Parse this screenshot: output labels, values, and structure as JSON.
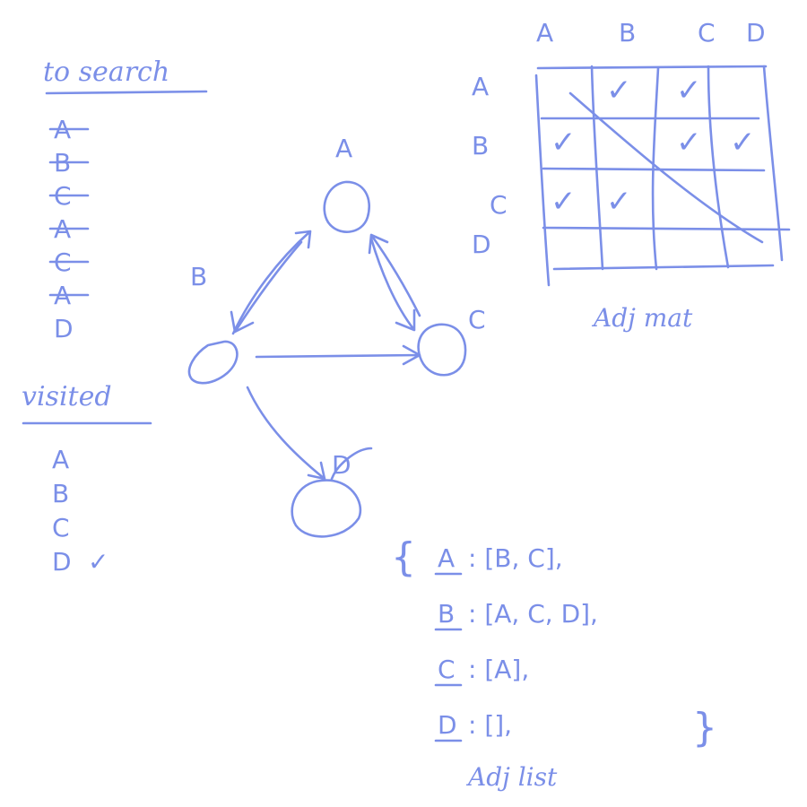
{
  "colors": {
    "ink": "#7b8fe8",
    "background": "#ffffff"
  },
  "to_search": {
    "header": "to search",
    "items": [
      {
        "label": "A",
        "crossed": true
      },
      {
        "label": "B",
        "crossed": true
      },
      {
        "label": "C",
        "crossed": true
      },
      {
        "label": "A",
        "crossed": true
      },
      {
        "label": "C",
        "crossed": true
      },
      {
        "label": "A",
        "crossed": true
      },
      {
        "label": "D",
        "crossed": false
      }
    ]
  },
  "visited": {
    "header": "visited",
    "items": [
      "A",
      "B",
      "C",
      "D"
    ],
    "last_mark": "✓"
  },
  "graph": {
    "nodes": [
      {
        "id": "A",
        "label": "A"
      },
      {
        "id": "B",
        "label": "B"
      },
      {
        "id": "C",
        "label": "C"
      },
      {
        "id": "D",
        "label": "D"
      }
    ],
    "edges": [
      {
        "from": "A",
        "to": "B"
      },
      {
        "from": "A",
        "to": "C"
      },
      {
        "from": "B",
        "to": "A"
      },
      {
        "from": "B",
        "to": "C"
      },
      {
        "from": "B",
        "to": "D"
      },
      {
        "from": "C",
        "to": "A"
      }
    ]
  },
  "adj_matrix": {
    "caption": "Adj mat",
    "col_labels": [
      "A",
      "B",
      "C",
      "D"
    ],
    "row_labels": [
      "A",
      "B",
      "C",
      "D"
    ],
    "check": "✓",
    "cells": [
      [
        0,
        1,
        1,
        0
      ],
      [
        1,
        0,
        1,
        1
      ],
      [
        1,
        1,
        0,
        0
      ],
      [
        0,
        0,
        0,
        0
      ]
    ]
  },
  "adj_list": {
    "caption": "Adj list",
    "open_brace": "{",
    "close_brace": "}",
    "entries": [
      {
        "key": "A",
        "text": ": [B, C],"
      },
      {
        "key": "B",
        "text": ": [A, C, D],"
      },
      {
        "key": "C",
        "text": ": [A],"
      },
      {
        "key": "D",
        "text": ": [],"
      }
    ]
  }
}
